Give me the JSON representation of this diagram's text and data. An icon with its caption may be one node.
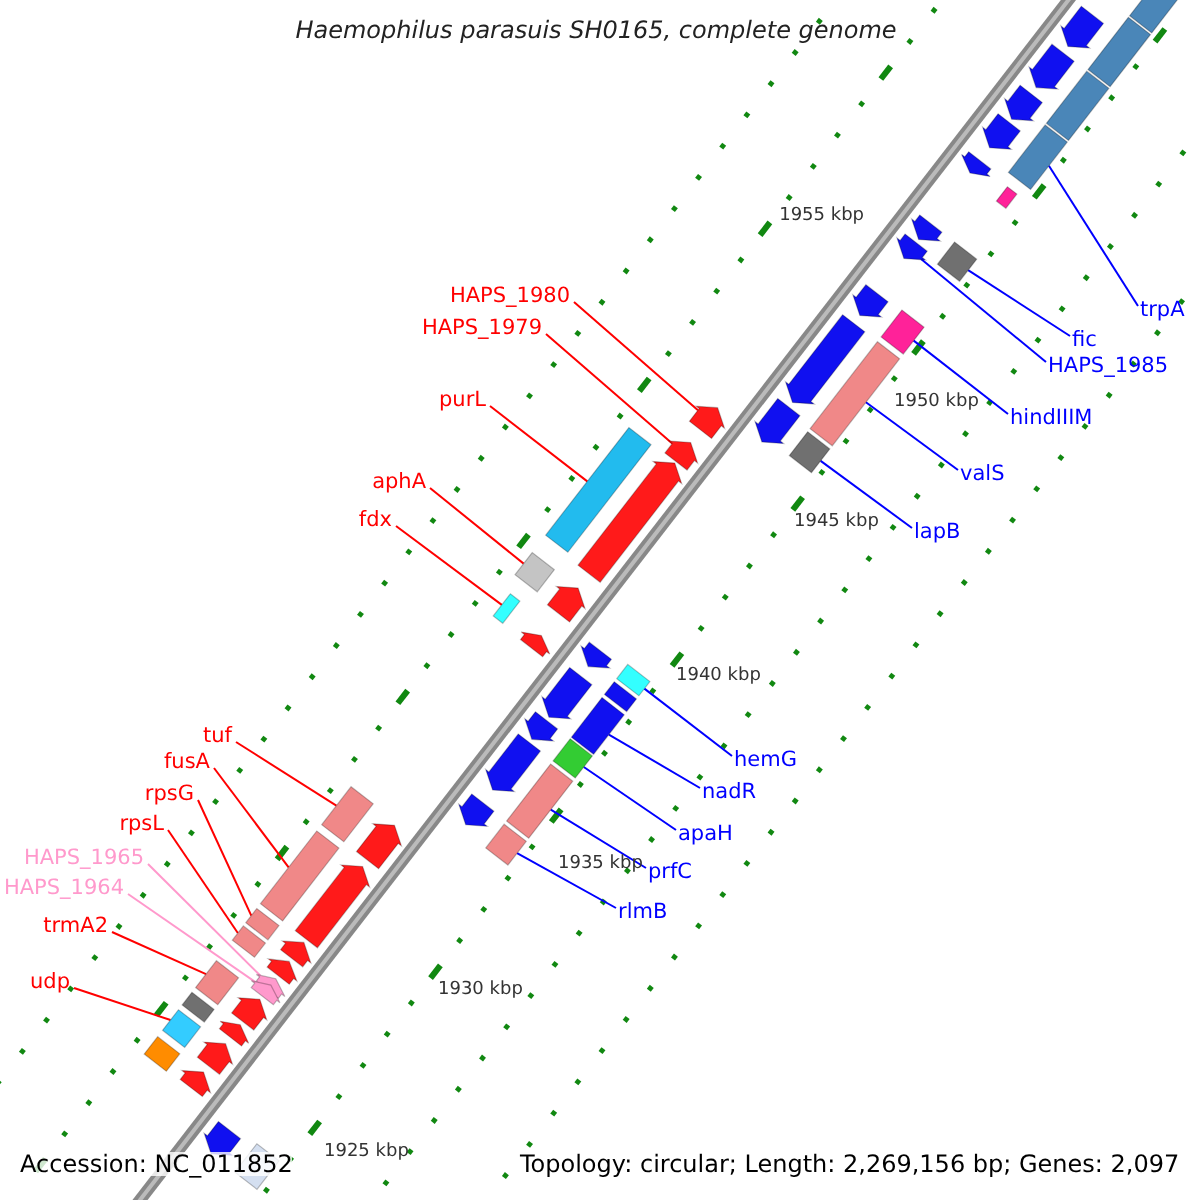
{
  "diagram": {
    "title": "Haemophilus parasuis SH0165, complete genome",
    "nodes": [
      {
        "text": [
          "HAPS_1980"
        ]
      },
      {
        "text": [
          "HAPS_1979"
        ]
      },
      {
        "text": [
          "purL"
        ]
      },
      {
        "text": [
          "aphA"
        ]
      },
      {
        "text": [
          "fdx"
        ]
      },
      {
        "text": [
          "tuf"
        ]
      },
      {
        "text": [
          "fusA"
        ]
      },
      {
        "text": [
          "rpsG"
        ]
      },
      {
        "text": [
          "rpsL"
        ]
      },
      {
        "text": [
          "HAPS_1965"
        ]
      },
      {
        "text": [
          "HAPS_1964"
        ]
      },
      {
        "text": [
          "trmA2"
        ]
      },
      {
        "text": [
          "udp"
        ]
      },
      {
        "text": [
          "trpA"
        ]
      },
      {
        "text": [
          "fic"
        ]
      },
      {
        "text": [
          "HAPS_1985"
        ]
      },
      {
        "text": [
          "hindIIIM"
        ]
      },
      {
        "text": [
          "valS"
        ]
      },
      {
        "text": [
          "lapB"
        ]
      },
      {
        "text": [
          "hemG"
        ]
      },
      {
        "text": [
          "nadR"
        ]
      },
      {
        "text": [
          "apaH"
        ]
      },
      {
        "text": [
          "prfC"
        ]
      },
      {
        "text": [
          "rlmB"
        ]
      },
      {
        "text": [],
        "shape": "arrow"
      },
      {
        "text": [],
        "shape": "arrow"
      },
      {
        "text": [],
        "shape": "bar"
      },
      {
        "text": [],
        "shape": "bar"
      },
      {
        "text": [],
        "shape": "bar"
      },
      {
        "text": [],
        "shape": "bar"
      },
      {
        "text": [],
        "shape": "bar"
      },
      {
        "text": [],
        "shape": "bar"
      },
      {
        "text": [],
        "shape": "bar"
      },
      {
        "text": [],
        "shape": "arrow"
      },
      {
        "text": [],
        "shape": "arrow"
      },
      {
        "text": [],
        "shape": "bar"
      },
      {
        "text": [],
        "shape": "bar"
      },
      {
        "text": [],
        "shape": "bar"
      },
      {
        "text": [],
        "shape": "bar"
      },
      {
        "text": [],
        "shape": "arrow"
      },
      {
        "text": [],
        "shape": "bar"
      },
      {
        "text": [],
        "shape": "bar"
      },
      {
        "text": [],
        "shape": "bar"
      },
      {
        "text": [],
        "shape": "bar"
      },
      {
        "text": [],
        "shape": "bar"
      },
      {
        "text": [],
        "shape": "bar"
      },
      {
        "text": [],
        "shape": "bar"
      },
      {
        "text": [],
        "shape": "bar"
      },
      {
        "text": [],
        "shape": "arrow"
      },
      {
        "text": [],
        "shape": "arrow"
      },
      {
        "text": [],
        "shape": "arrow"
      },
      {
        "text": [],
        "shape": "arrow"
      },
      {
        "text": [],
        "shape": "arrow"
      },
      {
        "text": [],
        "shape": "arrow"
      },
      {
        "text": [],
        "shape": "arrow"
      },
      {
        "text": [],
        "shape": "arrow"
      },
      {
        "text": [],
        "shape": "arrow"
      },
      {
        "text": [],
        "shape": "arrow"
      },
      {
        "text": [],
        "shape": "arrow"
      },
      {
        "text": [],
        "shape": "bar"
      },
      {
        "text": [],
        "shape": "bar"
      },
      {
        "text": [],
        "shape": "arrow"
      },
      {
        "text": [],
        "shape": "bar"
      },
      {
        "text": [],
        "shape": "arrow"
      },
      {
        "text": [],
        "shape": "arrow"
      },
      {
        "text": [],
        "shape": "arrow"
      },
      {
        "text": [],
        "shape": "arrow"
      },
      {
        "text": [],
        "shape": "arrow"
      },
      {
        "text": [],
        "shape": "bar"
      },
      {
        "text": [],
        "shape": "arrow"
      },
      {
        "text": [],
        "shape": "arrow"
      },
      {
        "text": [],
        "shape": "arrow"
      },
      {
        "text": [],
        "shape": "arrow"
      },
      {
        "text": [],
        "shape": "arrow"
      },
      {
        "text": [],
        "shape": "bar"
      },
      {
        "text": [],
        "shape": "arrow"
      },
      {
        "text": [],
        "shape": "arrow"
      },
      {
        "text": [],
        "shape": "arrow"
      },
      {
        "text": [],
        "shape": "arrow"
      },
      {
        "text": [],
        "shape": "bar"
      },
      {
        "text": [],
        "shape": "bar"
      },
      {
        "text": [],
        "shape": "bar"
      }
    ],
    "edges": [
      {
        "from": 0,
        "to": 24,
        "arrow": "none",
        "color": "#ff0000"
      },
      {
        "from": 1,
        "to": 25,
        "arrow": "none",
        "color": "#ff0000"
      },
      {
        "from": 2,
        "to": 26,
        "arrow": "none",
        "color": "#ff0000"
      },
      {
        "from": 3,
        "to": 27,
        "arrow": "none",
        "color": "#ff0000"
      },
      {
        "from": 4,
        "to": 28,
        "arrow": "none",
        "color": "#ff0000"
      },
      {
        "from": 5,
        "to": 29,
        "arrow": "none",
        "color": "#ff0000"
      },
      {
        "from": 6,
        "to": 30,
        "arrow": "none",
        "color": "#ff0000"
      },
      {
        "from": 7,
        "to": 31,
        "arrow": "none",
        "color": "#ff0000"
      },
      {
        "from": 8,
        "to": 32,
        "arrow": "none",
        "color": "#ff0000"
      },
      {
        "from": 9,
        "to": 33,
        "arrow": "none",
        "color": "#ff99cc"
      },
      {
        "from": 10,
        "to": 34,
        "arrow": "none",
        "color": "#ff99cc"
      },
      {
        "from": 11,
        "to": 35,
        "arrow": "none",
        "color": "#ff0000"
      },
      {
        "from": 12,
        "to": 36,
        "arrow": "none",
        "color": "#ff0000"
      },
      {
        "from": 13,
        "to": 37,
        "arrow": "none",
        "color": "#0000ff"
      },
      {
        "from": 14,
        "to": 38,
        "arrow": "none",
        "color": "#0000ff"
      },
      {
        "from": 15,
        "to": 39,
        "arrow": "none",
        "color": "#0000ff"
      },
      {
        "from": 16,
        "to": 40,
        "arrow": "none",
        "color": "#0000ff"
      },
      {
        "from": 17,
        "to": 41,
        "arrow": "none",
        "color": "#0000ff"
      },
      {
        "from": 18,
        "to": 42,
        "arrow": "none",
        "color": "#0000ff"
      },
      {
        "from": 19,
        "to": 43,
        "arrow": "none",
        "color": "#0000ff"
      },
      {
        "from": 20,
        "to": 44,
        "arrow": "none",
        "color": "#0000ff"
      },
      {
        "from": 21,
        "to": 45,
        "arrow": "none",
        "color": "#0000ff"
      },
      {
        "from": 22,
        "to": 46,
        "arrow": "none",
        "color": "#0000ff"
      },
      {
        "from": 23,
        "to": 47,
        "arrow": "none",
        "color": "#0000ff"
      }
    ],
    "labels": [
      "1955 kbp",
      "1950 kbp",
      "1945 kbp",
      "1940 kbp",
      "1935 kbp",
      "1930 kbp",
      "1925 kbp",
      "Accession: NC_011852",
      "Topology: circular; Length: 2,269,156 bp; Genes: 2,097"
    ]
  }
}
